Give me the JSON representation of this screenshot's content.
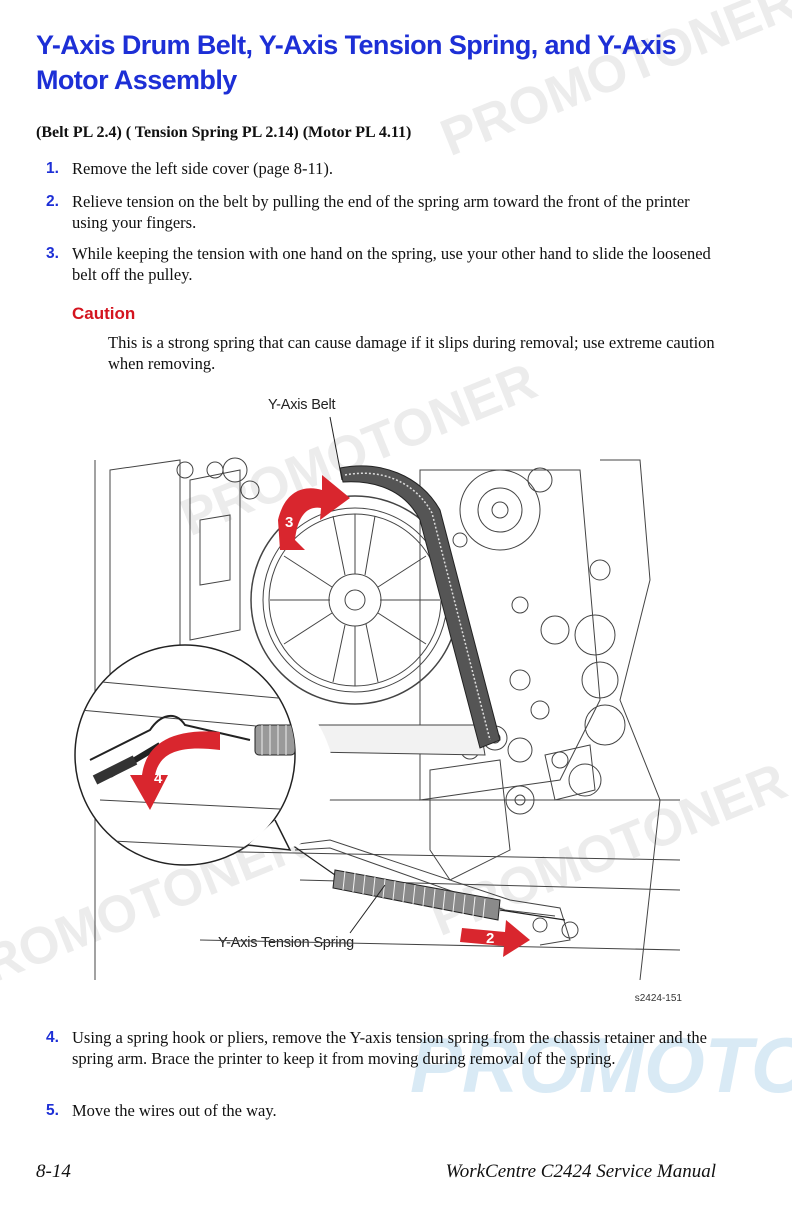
{
  "page": {
    "title": "Y-Axis Drum Belt, Y-Axis Tension Spring, and Y-Axis Motor Assembly",
    "references": "(Belt PL 2.4) ( Tension Spring PL 2.14) (Motor PL 4.11)"
  },
  "steps_before": [
    {
      "num": "1.",
      "text": "Remove the left side cover (page 8-11)."
    },
    {
      "num": "2.",
      "text": "Relieve tension on the belt by pulling the end of the spring arm toward the front of the printer using your fingers."
    },
    {
      "num": "3.",
      "text": "While keeping the tension with one hand on the spring, use your other hand to slide the loosened belt off the pulley."
    }
  ],
  "caution": {
    "label": "Caution",
    "text": "This is a strong spring that can cause damage if it slips during removal; use extreme caution when removing."
  },
  "figure": {
    "label_belt": "Y-Axis Belt",
    "label_spring": "Y-Axis Tension Spring",
    "callout_3": "3",
    "callout_4": "4",
    "callout_2": "2",
    "figure_id": "s2424-151",
    "accent_color": "#d9262e"
  },
  "steps_after": [
    {
      "num": "4.",
      "text": "Using a spring hook or pliers, remove the Y-axis tension spring from the chassis retainer and the spring arm. Brace the printer to keep it from moving during removal of the spring."
    },
    {
      "num": "5.",
      "text": "Move the wires out of the way."
    }
  ],
  "footer": {
    "page_number": "8-14",
    "manual_title": "WorkCentre C2424 Service Manual"
  },
  "watermark": {
    "text": "PROMOTONER"
  }
}
